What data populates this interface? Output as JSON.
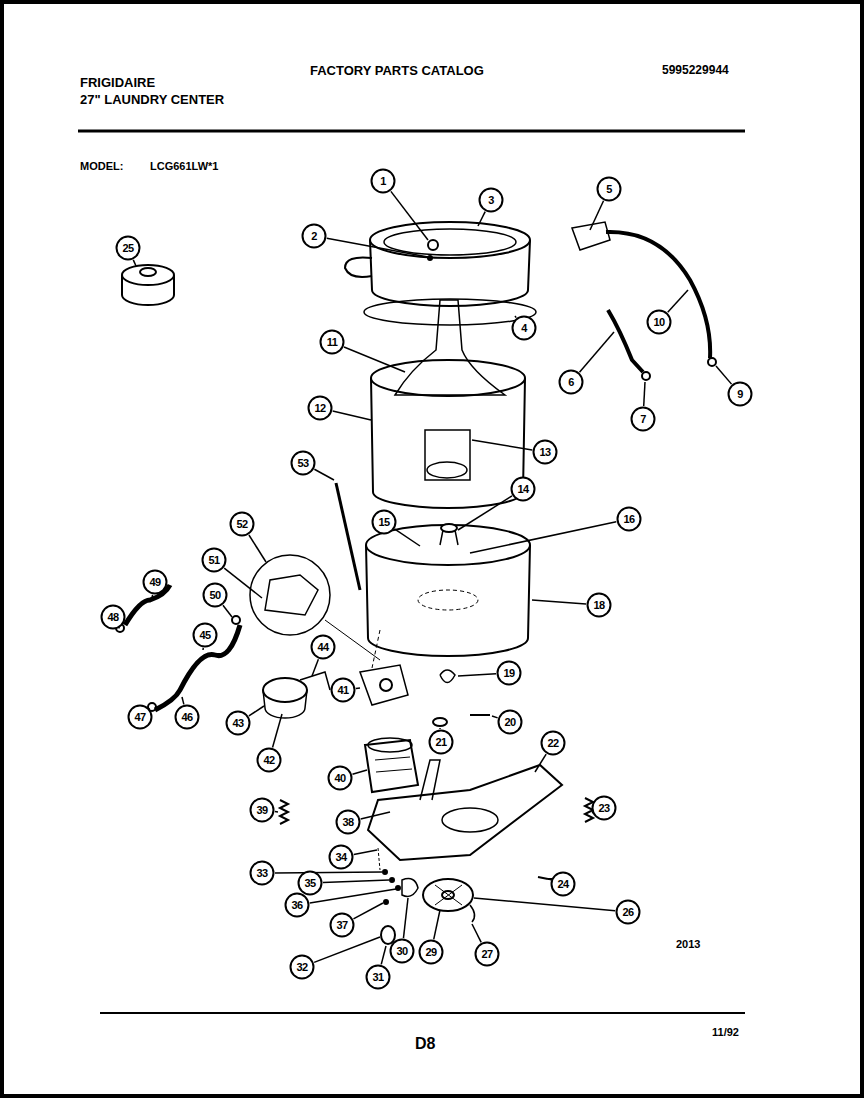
{
  "diagram": {
    "title": "FACTORY PARTS CATALOG",
    "nodes": [
      {
        "text": [
          "1"
        ]
      },
      {
        "text": [
          "5"
        ]
      },
      {
        "text": [
          "3"
        ]
      },
      {
        "text": [
          "2"
        ]
      },
      {
        "text": [
          "25"
        ]
      },
      {
        "text": [
          "10"
        ]
      },
      {
        "text": [
          "4"
        ]
      },
      {
        "text": [
          "11"
        ]
      },
      {
        "text": [
          "6"
        ]
      },
      {
        "text": [
          "9"
        ]
      },
      {
        "text": [
          "12"
        ]
      },
      {
        "text": [
          "7"
        ]
      },
      {
        "text": [
          "13"
        ]
      },
      {
        "text": [
          "53"
        ]
      },
      {
        "text": [
          "14"
        ]
      },
      {
        "text": [
          "16"
        ]
      },
      {
        "text": [
          "15"
        ]
      },
      {
        "text": [
          "52"
        ]
      },
      {
        "text": [
          "51"
        ]
      },
      {
        "text": [
          "49"
        ]
      },
      {
        "text": [
          "50"
        ]
      },
      {
        "text": [
          "18"
        ]
      },
      {
        "text": [
          "48"
        ]
      },
      {
        "text": [
          "45"
        ]
      },
      {
        "text": [
          "44"
        ]
      },
      {
        "text": [
          "19"
        ]
      },
      {
        "text": [
          "41"
        ]
      },
      {
        "text": [
          "47"
        ]
      },
      {
        "text": [
          "46"
        ]
      },
      {
        "text": [
          "20"
        ]
      },
      {
        "text": [
          "43"
        ]
      },
      {
        "text": [
          "21"
        ]
      },
      {
        "text": [
          "22"
        ]
      },
      {
        "text": [
          "42"
        ]
      },
      {
        "text": [
          "40"
        ]
      },
      {
        "text": [
          "23"
        ]
      },
      {
        "text": [
          "39"
        ]
      },
      {
        "text": [
          "38"
        ]
      },
      {
        "text": [
          "34"
        ]
      },
      {
        "text": [
          "33"
        ]
      },
      {
        "text": [
          "35"
        ]
      },
      {
        "text": [
          "24"
        ]
      },
      {
        "text": [
          "36"
        ]
      },
      {
        "text": [
          "26"
        ]
      },
      {
        "text": [
          "37"
        ]
      },
      {
        "text": [
          "30"
        ]
      },
      {
        "text": [
          "29"
        ]
      },
      {
        "text": [
          "27"
        ]
      },
      {
        "text": [
          "32"
        ]
      },
      {
        "text": [
          "31"
        ]
      }
    ],
    "labels": [
      "FRIGIDAIRE",
      "27\" LAUNDRY CENTER",
      "5995229944",
      "MODEL:",
      "LCG661LW*1",
      "2013",
      "D8",
      "11/92"
    ]
  }
}
